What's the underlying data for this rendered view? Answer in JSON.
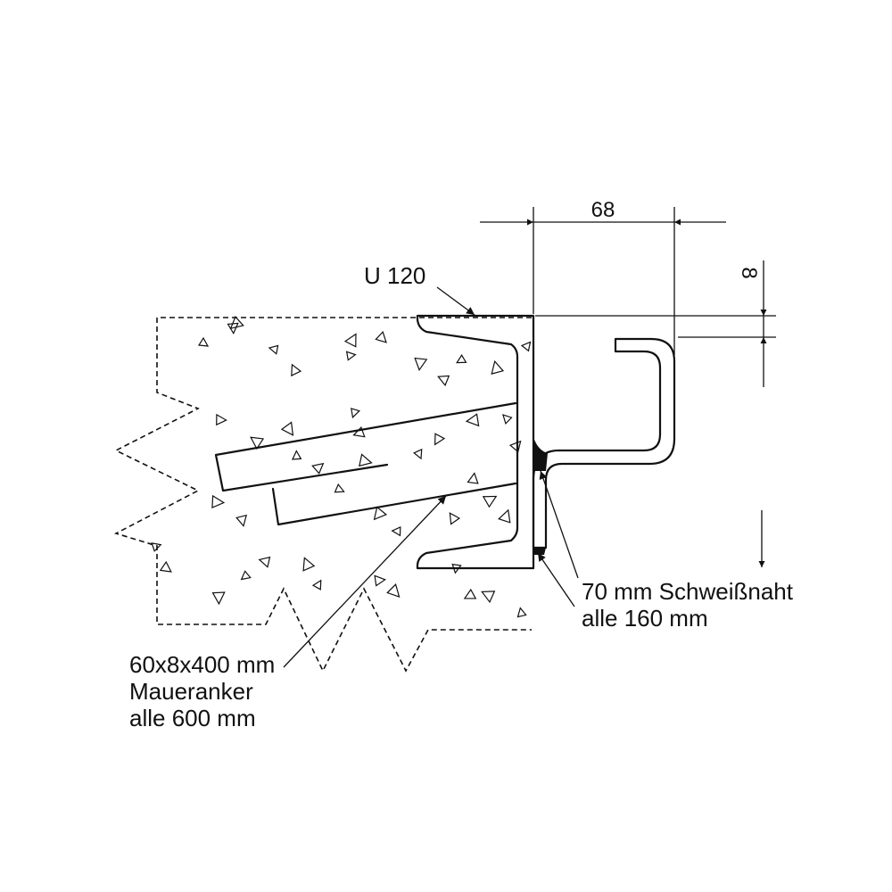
{
  "dimensions": {
    "width_label": "68",
    "thickness_label": "8"
  },
  "labels": {
    "profile": "U 120",
    "weld": [
      "70 mm Schweißnaht",
      "alle 160 mm"
    ],
    "anchor": [
      "60x8x400 mm",
      "Maueranker",
      "alle 600 mm"
    ]
  },
  "colors": {
    "line": "#111111",
    "background": "#ffffff"
  }
}
